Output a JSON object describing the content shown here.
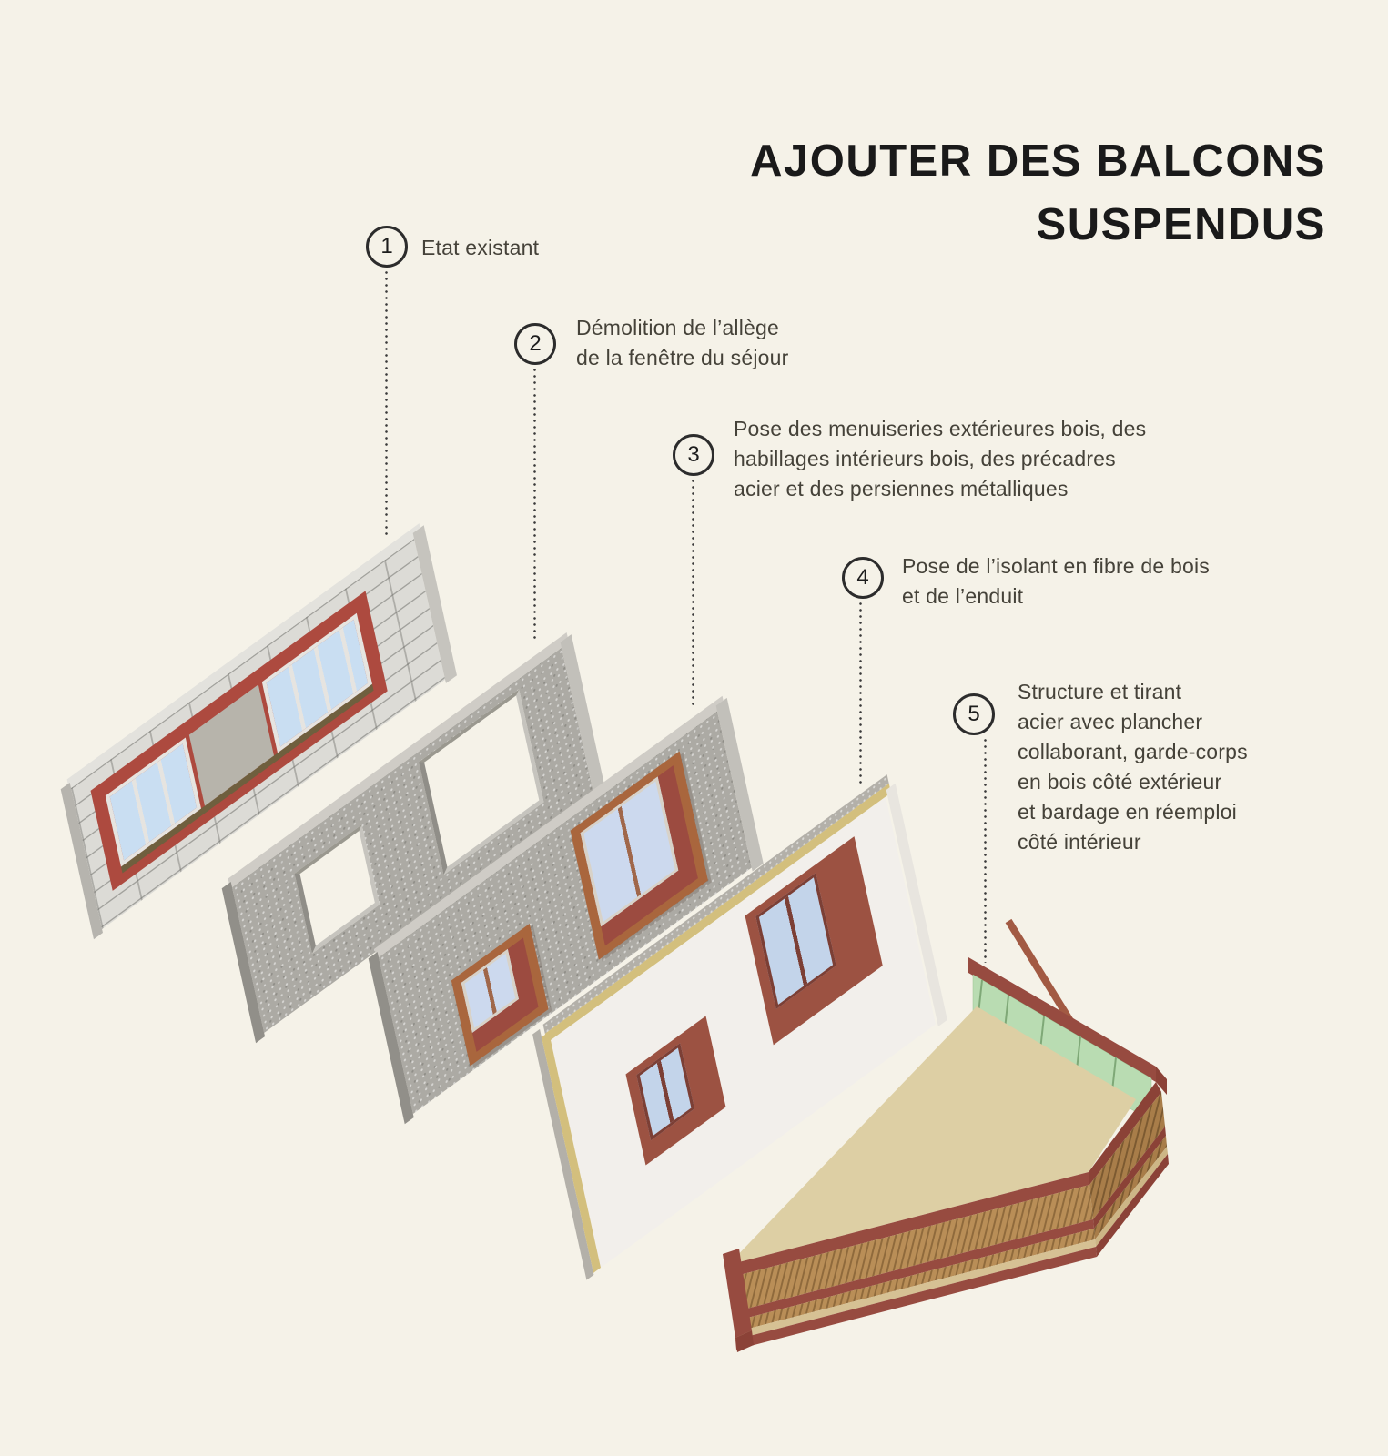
{
  "title": {
    "text": "AJOUTER DES BALCONS\nSUSPENDUS"
  },
  "steps": [
    {
      "number": "1",
      "label": "Etat existant"
    },
    {
      "number": "2",
      "label": "Démolition de l’allège\nde la fenêtre du séjour"
    },
    {
      "number": "3",
      "label": "Pose des menuiseries extérieures bois, des\nhabillages intérieurs bois, des précadres\nacier et des persiennes métalliques"
    },
    {
      "number": "4",
      "label": "Pose de l’isolant en fibre de bois\net de l’enduit"
    },
    {
      "number": "5",
      "label": "Structure et tirant\nacier avec plancher\ncollaborant, garde-corps\nen bois côté extérieur\net bardage en réemploi\ncôté intérieur"
    }
  ],
  "figure": {
    "type": "exploded-axonometric-diagram",
    "panels": [
      "existing-tiled-wall",
      "concrete-wall-openings",
      "wall-wood-joinery",
      "wall-insulation-render",
      "suspended-balcony"
    ],
    "palette": {
      "background": "#f5f2e8",
      "title_text": "#1a1a1a",
      "label_text": "#454239",
      "leader_dots": "#3a3a3a",
      "red_window_band": "#ad4a3f",
      "tile_grey": "#dcdbd6",
      "concrete_grey": "#acaaa4",
      "terracotta_frame": "#a9663d",
      "maroon": "#974b40",
      "render_white": "#f2efeb",
      "insulation_yellow": "#d3bf7d",
      "glass_blue": "#c9def2",
      "bardage_green": "#b9dcb2",
      "wood_slats": "#b98e57",
      "balcony_floor": "#ddcfa4"
    }
  }
}
